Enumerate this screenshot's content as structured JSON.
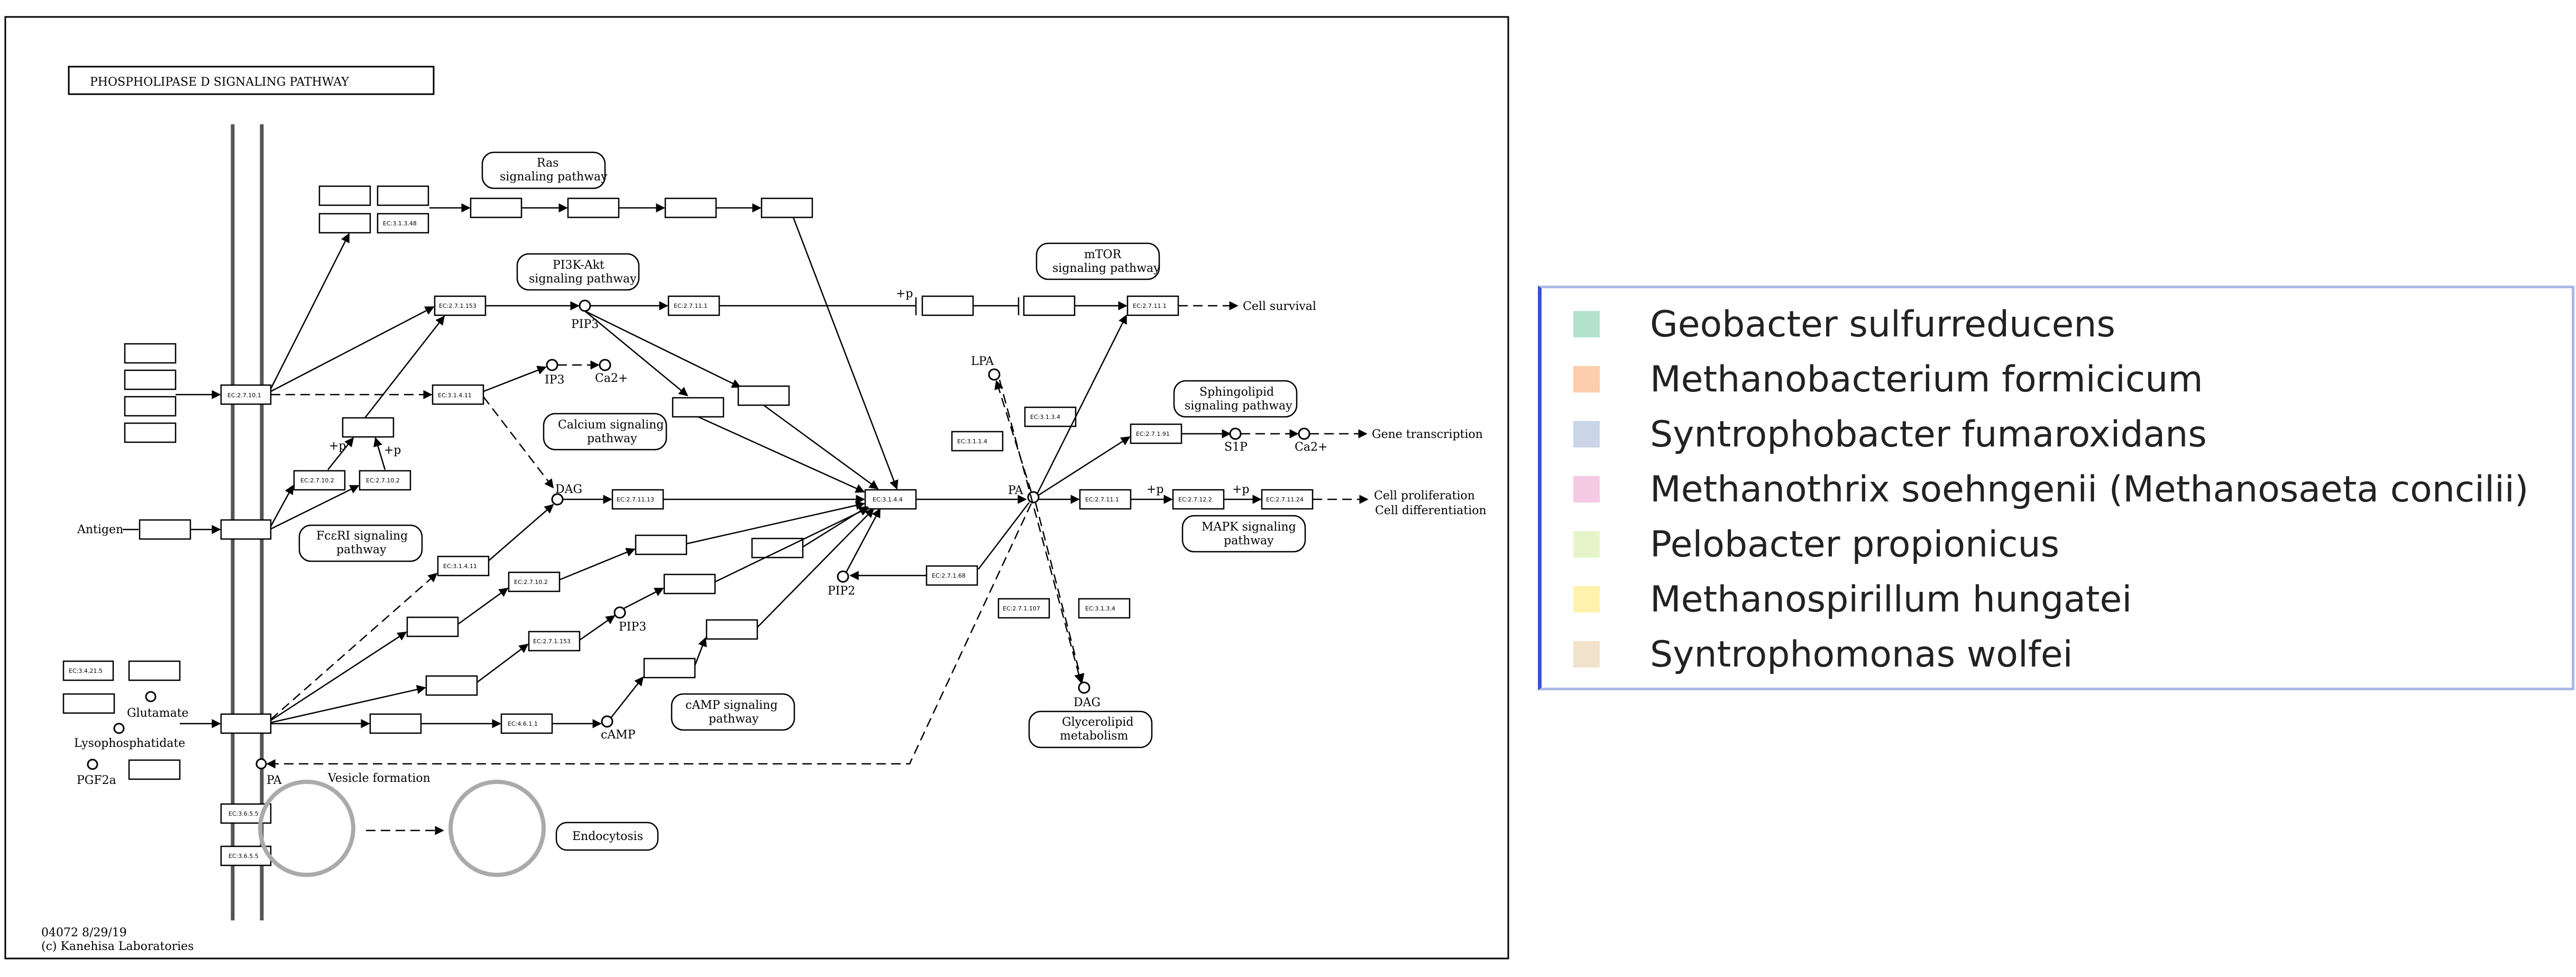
{
  "map": {
    "title": "PHOSPHOLIPASE D SIGNALING PATHWAY",
    "footer_id": "04072 8/29/19",
    "footer_copy": "(c) Kanehisa Laboratories",
    "highlight_color": "#dff0c3",
    "pathway_links": {
      "ras": [
        "Ras",
        "signaling pathway"
      ],
      "pi3k": [
        "PI3K-Akt",
        "signaling pathway"
      ],
      "mtor": [
        "mTOR",
        "signaling pathway"
      ],
      "calcium": [
        "Calcium signaling",
        "pathway"
      ],
      "sphingolipid": [
        "Sphingolipid",
        "signaling pathway"
      ],
      "fceri": [
        "FcεRI signaling",
        "pathway"
      ],
      "mapk": [
        "MAPK signaling",
        "pathway"
      ],
      "camp": [
        "cAMP signaling",
        "pathway"
      ],
      "glycerolipid": [
        "Glycerolipid",
        "metabolism"
      ],
      "endocytosis": [
        "Endocytosis"
      ]
    },
    "compounds": {
      "pip3_top": "PIP3",
      "ip3": "IP3",
      "ca_a": "Ca2+",
      "dag_mid": "DAG",
      "lpa": "LPA",
      "pa_center": "PA",
      "s1p": "S1P",
      "ca_b": "Ca2+",
      "pip2": "PIP2",
      "pip3_low": "PIP3",
      "camp": "cAMP",
      "dag_low": "DAG",
      "pa_low": "PA",
      "glutamate": "Glutamate",
      "lysophosphatidate": "Lysophosphatidate",
      "pgf2a": "PGF2a",
      "antigen": "Antigen"
    },
    "outputs": {
      "survival": "Cell survival",
      "gene": "Gene transcription",
      "proliferation": "Cell proliferation",
      "differentiation": "Cell differentiation",
      "vesicle": "Vesicle formation"
    },
    "phospho": "+p",
    "ec": {
      "e1": "EC:3.1.3.48",
      "e2": "EC:2.7.10.1",
      "e3": "EC:2.7.1.153",
      "e4": "EC:3.1.4.11",
      "e5": "EC:2.7.10.2",
      "e6": "EC:2.7.10.2",
      "e7": "EC:2.7.11.1",
      "e8": "EC:2.7.11.1",
      "e9": "EC:2.7.11.13",
      "e10": "EC:3.1.4.4",
      "e11": "EC:3.1.3.4",
      "e12": "EC:2.7.1.91",
      "e13": "EC:3.1.1.4",
      "e14": "EC:2.7.11.1",
      "e15": "EC:2.7.12.2",
      "e16": "EC:2.7.11.24",
      "e17": "EC:2.7.1.68",
      "e18": "EC:2.7.1.107",
      "e19": "EC:3.1.3.4",
      "e20": "EC:3.1.4.11",
      "e21": "EC:2.7.10.2",
      "e22": "EC:2.7.1.153",
      "e23": "EC:4.6.1.1",
      "e24": "EC:3.4.21.5",
      "e25": "EC:3.6.5.5",
      "e26": "EC:3.6.5.5"
    }
  },
  "legend": {
    "items": [
      {
        "label": "Geobacter sulfurreducens",
        "color": "#b3e2cd"
      },
      {
        "label": "Methanobacterium formicicum",
        "color": "#fdcdac"
      },
      {
        "label": "Syntrophobacter fumaroxidans",
        "color": "#cbd5e8"
      },
      {
        "label": "Methanothrix soehngenii (Methanosaeta concilii)",
        "color": "#f4cae4"
      },
      {
        "label": "Pelobacter propionicus",
        "color": "#e6f5c9"
      },
      {
        "label": "Methanospirillum hungatei",
        "color": "#fff2ae"
      },
      {
        "label": "Syntrophomonas wolfei",
        "color": "#f1e2cc"
      }
    ]
  }
}
